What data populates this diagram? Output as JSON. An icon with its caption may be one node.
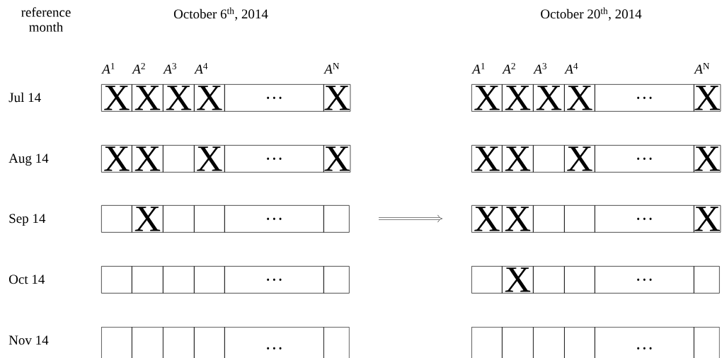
{
  "diagram": {
    "labels": [
      "reference month",
      "October 6$^{th}$, 2014",
      "October 20$^{th}$, 2014",
      "*A*$^{1}$",
      "*A*$^{2}$",
      "*A*$^{3}$",
      "*A*$^{4}$",
      "*A*$^{N}$",
      "*A*$^{1}$",
      "*A*$^{2}$",
      "*A*$^{3}$",
      "*A*$^{4}$",
      "*A*$^{N}$",
      "Jul 14",
      "X",
      "X",
      "X",
      "X",
      "…",
      "X",
      "X",
      "X",
      "X",
      "X",
      "…",
      "X",
      "Aug 14",
      "X",
      "X",
      "X",
      "…",
      "X",
      "X",
      "X",
      "X",
      "…",
      "X",
      "Sep 14",
      "X",
      "…",
      "X",
      "X",
      "…",
      "X",
      "Oct 14",
      "…",
      "X",
      "…",
      "Nov 14",
      "…",
      "…"
    ]
  }
}
